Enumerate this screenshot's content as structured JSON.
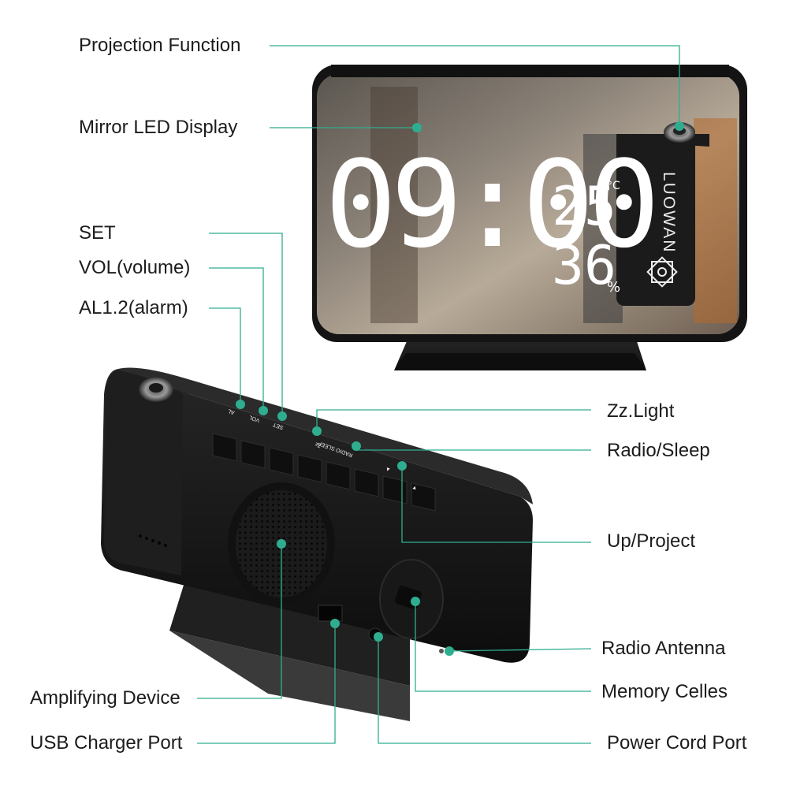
{
  "callouts": {
    "projection_function": "Projection Function",
    "mirror_led_display": "Mirror LED Display",
    "set": "SET",
    "vol": "VOL(volume)",
    "al": "AL1.2(alarm)",
    "zz_light": "Zz.Light",
    "radio_sleep": "Radio/Sleep",
    "up_project": "Up/Project",
    "radio_antenna": "Radio Antenna",
    "memory_celles": "Memory Celles",
    "amplifying_device": "Amplifying Device",
    "usb_charger_port": "USB Charger Port",
    "power_cord_port": "Power Cord Port"
  },
  "display": {
    "time": "09:00",
    "temperature": "25",
    "temp_unit": "°C",
    "humidity": "36",
    "humidity_unit": "%"
  },
  "brand": "LUOWAN",
  "button_labels": {
    "al": "AL",
    "vol": "VOL",
    "set": "SET",
    "zz": "Zz",
    "radio_sleep": "RADIO SLEEP",
    "up": "▲",
    "down": "▼"
  },
  "colors": {
    "callout_line": "#2fae8f",
    "device_body": "#1a1a1a",
    "display_digits": "#ffffff"
  }
}
